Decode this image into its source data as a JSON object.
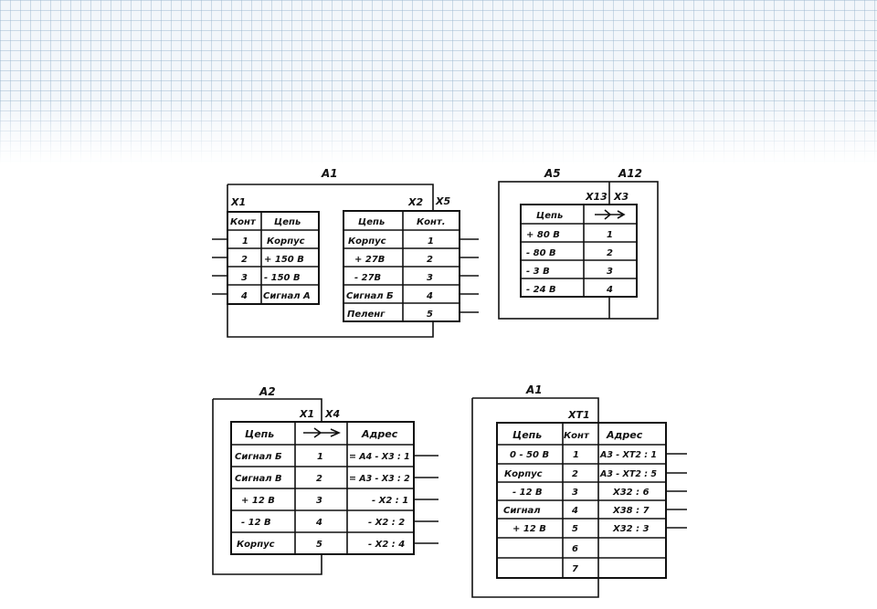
{
  "blocks": {
    "a1_top": {
      "title": "A1",
      "left_conn": "X1",
      "right_conn_a": "X2",
      "right_conn_b": "X5",
      "left_table": {
        "headers": [
          "Конт",
          "Цепь"
        ],
        "rows": [
          [
            "1",
            "Корпус"
          ],
          [
            "2",
            "+ 150 В"
          ],
          [
            "3",
            "- 150 В"
          ],
          [
            "4",
            "Сигнал А"
          ]
        ]
      },
      "right_table": {
        "headers": [
          "Цепь",
          "Конт."
        ],
        "rows": [
          [
            "Корпус",
            "1"
          ],
          [
            "+ 27В",
            "2"
          ],
          [
            "- 27В",
            "3"
          ],
          [
            "Сигнал Б",
            "4"
          ],
          [
            "Пеленг",
            "5"
          ]
        ]
      }
    },
    "a5": {
      "title_left": "A5",
      "title_right": "A12",
      "conn_a": "X13",
      "conn_b": "X3",
      "table": {
        "headers": [
          "Цепь"
        ],
        "rows": [
          [
            "+ 80 В",
            "1"
          ],
          [
            "- 80 В",
            "2"
          ],
          [
            "- 3 В",
            "3"
          ],
          [
            "- 24 В",
            "4"
          ]
        ]
      }
    },
    "a2": {
      "title": "A2",
      "conn_a": "X1",
      "conn_b": "X4",
      "table": {
        "headers": [
          "Цепь",
          "Адрес"
        ],
        "rows": [
          [
            "Сигнал Б",
            "1",
            "= А4 - Х3 : 1"
          ],
          [
            "Сигнал В",
            "2",
            "= А3 - Х3 : 2"
          ],
          [
            "+ 12 В",
            "3",
            "- Х2 : 1"
          ],
          [
            "- 12 В",
            "4",
            "- Х2 : 2"
          ],
          [
            "Корпус",
            "5",
            "- Х2 : 4"
          ]
        ]
      }
    },
    "a1_bottom": {
      "title": "A1",
      "conn": "ХТ1",
      "table": {
        "headers": [
          "Цепь",
          "Конт",
          "Адрес"
        ],
        "rows": [
          [
            "0 - 50 В",
            "1",
            "А3 - ХТ2 : 1"
          ],
          [
            "Корпус",
            "2",
            "А3 - ХТ2 : 5"
          ],
          [
            "- 12 В",
            "3",
            "Х32 : 6"
          ],
          [
            "Сигнал",
            "4",
            "Х38 : 7"
          ],
          [
            "+ 12 В",
            "5",
            "Х32 : 3"
          ],
          [
            "",
            "6",
            ""
          ],
          [
            "",
            "7",
            ""
          ]
        ]
      }
    }
  },
  "icons": [
    "connector-arrow-icon"
  ]
}
